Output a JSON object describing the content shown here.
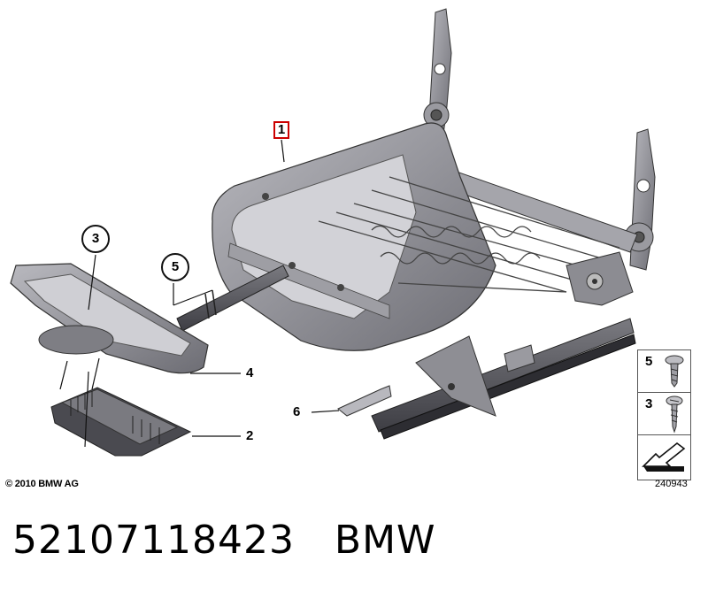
{
  "callouts": [
    {
      "label": "1",
      "highlighted": true
    },
    {
      "label": "2"
    },
    {
      "label": "3"
    },
    {
      "label": "4"
    },
    {
      "label": "5"
    },
    {
      "label": "6"
    }
  ],
  "legend": [
    {
      "label": "5",
      "icon": "torx-screw-icon"
    },
    {
      "label": "3",
      "icon": "tapping-screw-icon"
    },
    {
      "label": "",
      "icon": "arrow-direction-icon"
    }
  ],
  "copyright": "© 2010 BMW AG",
  "diagram_id": "240943",
  "footer": {
    "part_number": "52107118423",
    "brand": "BMW"
  },
  "colors": {
    "highlight": "#cc0000",
    "frame": "#8c8c92",
    "frame_dark": "#4a4a50",
    "frame_light": "#c9c9cf"
  }
}
